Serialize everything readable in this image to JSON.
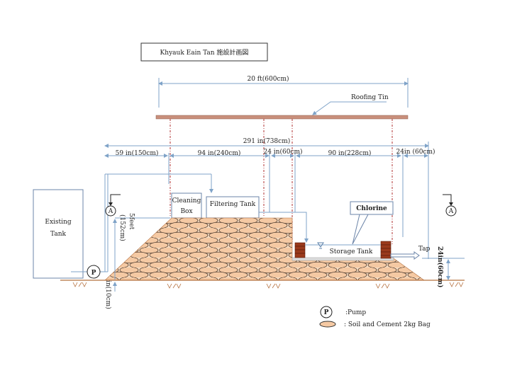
{
  "title": "Khyauk Eain Tan 施設計画図",
  "dimensions": {
    "overall_roof": "20 ft(600cm)",
    "overall_base": "291 in(738cm)",
    "segments": [
      "59 in(150cm)",
      "94 in(240cm)",
      "24 in(60cm)",
      "90 in(228cm)",
      "24in (60cm)"
    ],
    "pile_height_a": "5feet",
    "pile_height_b": "(152cm)",
    "base_offset": "in(10cm)",
    "tank_height": "24in(60cm)"
  },
  "labels": {
    "roofing": "Roofing Tin",
    "existing_tank_1": "Existing",
    "existing_tank_2": "Tank",
    "cleaning_box_1": "Cleaning",
    "cleaning_box_2": "Box",
    "filtering_tank": "Filtering Tank",
    "chlorine": "Chlorine",
    "storage_tank": "Storage Tank",
    "tap": "Tap",
    "pump_symbol": "P",
    "section_marker": "A"
  },
  "legend": {
    "pump_symbol": "P",
    "pump": ":Pump",
    "bag": ": Soil and Cement 2kg Bag"
  },
  "colors": {
    "roof": "#c9907c",
    "bag": "#f5c9a3",
    "brick": "#9a3a1c",
    "ground": "#b5703f",
    "dimension": "#7fa3c8"
  }
}
